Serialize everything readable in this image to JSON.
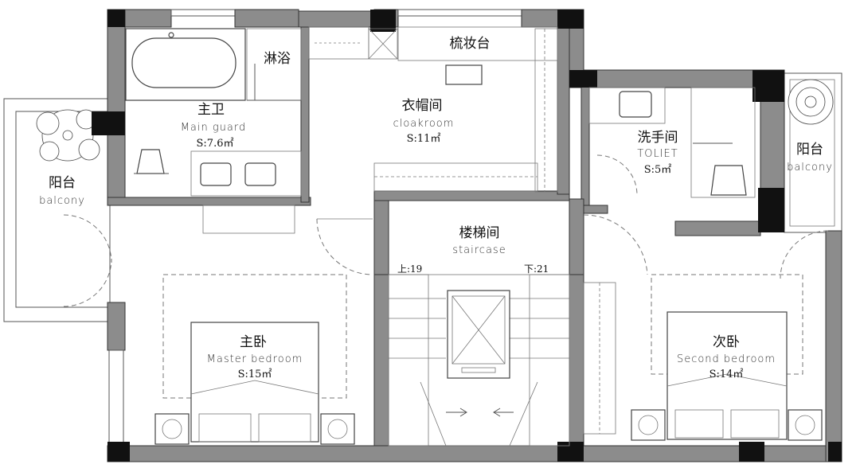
{
  "rooms": {
    "master_bath": {
      "zh": "主卫",
      "en": "Main guard",
      "area": "S:7.6㎡"
    },
    "shower": {
      "zh": "淋浴"
    },
    "vanity": {
      "zh": "梳妆台"
    },
    "cloakroom": {
      "zh": "衣帽间",
      "en": "cloakroom",
      "area": "S:11㎡"
    },
    "toilet": {
      "zh": "洗手间",
      "en": "TOLIET",
      "area": "S:5㎡"
    },
    "balcony_left": {
      "zh": "阳台",
      "en": "balcony"
    },
    "balcony_right": {
      "zh": "阳台",
      "en": "balcony"
    },
    "staircase": {
      "zh": "楼梯间",
      "en": "staircase"
    },
    "master_bedroom": {
      "zh": "主卧",
      "en": "Master bedroom",
      "area": "S:15㎡"
    },
    "second_bedroom": {
      "zh": "次卧",
      "en": "Second bedroom",
      "area": "S:14㎡"
    }
  },
  "stairs": {
    "up": "上:19",
    "down": "下:21"
  }
}
